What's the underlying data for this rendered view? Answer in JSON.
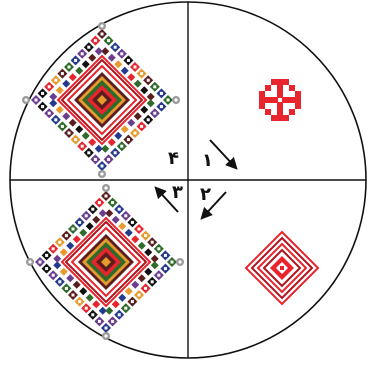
{
  "quadrants": [
    {
      "id": "q1",
      "numeral": "۱",
      "motif": "red-cross-glyph"
    },
    {
      "id": "q2",
      "numeral": "۲",
      "motif": "small-concentric-diamond"
    },
    {
      "id": "q3",
      "numeral": "۳",
      "motif": "large-embroidered-diamond"
    },
    {
      "id": "q4",
      "numeral": "۴",
      "motif": "large-embroidered-diamond"
    }
  ],
  "colors": {
    "outline": "#111111",
    "red": "#e8242c",
    "deep_red": "#b3121c",
    "maroon": "#5a1e1e",
    "green": "#2e6b2a",
    "navy": "#243a8c",
    "purple": "#6a3d8f",
    "orange": "#e79a2e",
    "gray": "#9a9a9a",
    "black": "#111111"
  },
  "icons": [
    "arrow-down-right-icon",
    "arrow-down-left-icon",
    "arrow-up-left-icon"
  ]
}
